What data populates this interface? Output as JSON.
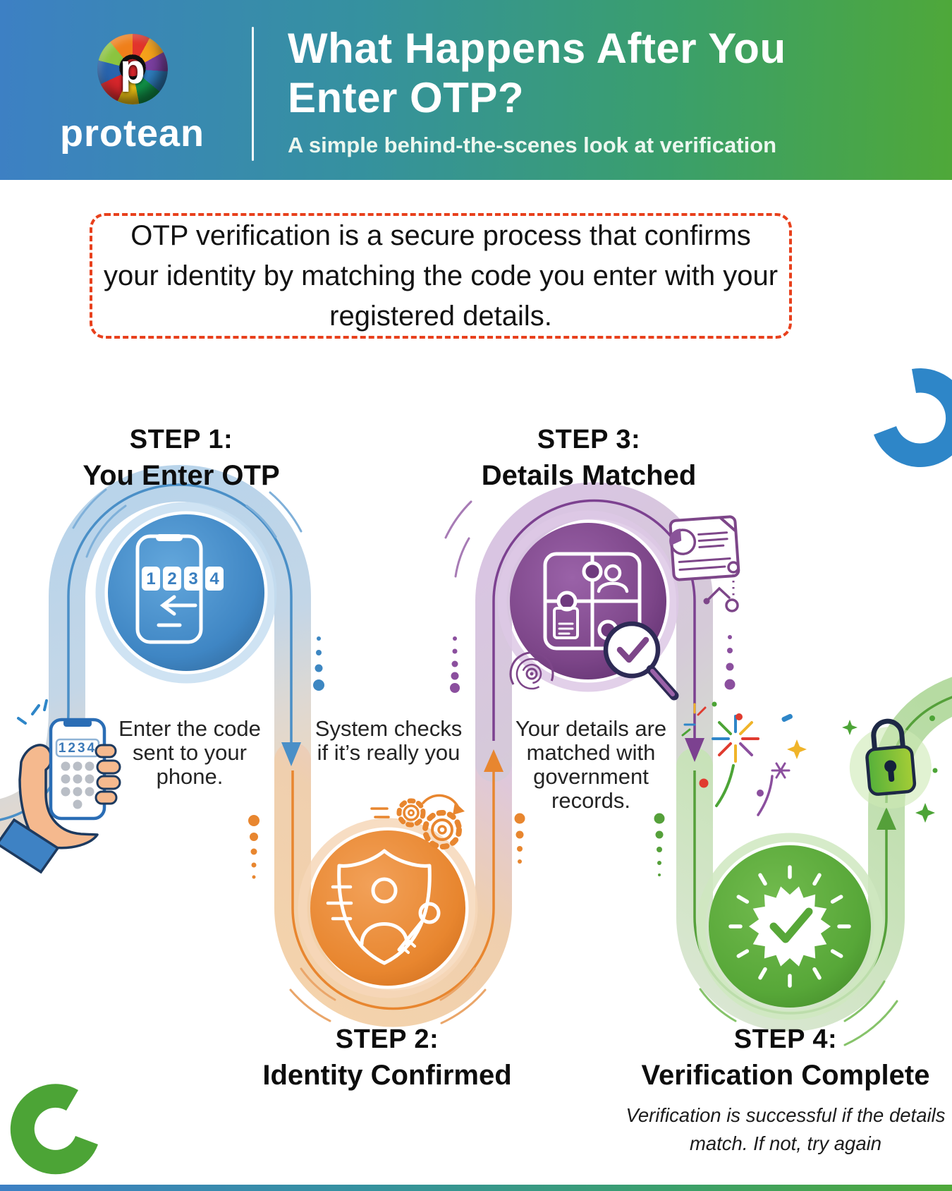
{
  "header": {
    "brand": "protean",
    "brand_mark": "p",
    "title_line1": "What Happens After You",
    "title_line2": "Enter OTP?",
    "subtitle": "A simple behind-the-scenes look at verification"
  },
  "intro": {
    "text": "OTP verification is a secure process that confirms your identity by matching the code you enter with your registered details."
  },
  "otp": {
    "code": "1234",
    "digits": [
      "1",
      "2",
      "3",
      "4"
    ]
  },
  "steps": [
    {
      "label": "STEP 1:",
      "title": "You Enter OTP",
      "caption": "Enter the code sent to your phone.",
      "color": "#3d87c2"
    },
    {
      "label": "STEP 2:",
      "title": "Identity Confirmed",
      "caption": "System checks if it’s really you",
      "color": "#e8862f"
    },
    {
      "label": "STEP 3:",
      "title": "Details Matched",
      "caption": "Your details are matched with government records.",
      "color": "#7d4689"
    },
    {
      "label": "STEP 4:",
      "title": "Verification Complete",
      "caption": "",
      "note": "Verification is successful if the details match. If not, try again",
      "color": "#57a738"
    }
  ],
  "colors": {
    "header_gradient_start": "#3d80c4",
    "header_gradient_end": "#4fa839",
    "intro_border": "#e8401c",
    "step1_blue": "#3d87c2",
    "step2_orange": "#e8862f",
    "step3_purple": "#7d4689",
    "step4_green": "#57a738",
    "crescent_blue": "#2e86c8",
    "crescent_green": "#4ca436"
  }
}
